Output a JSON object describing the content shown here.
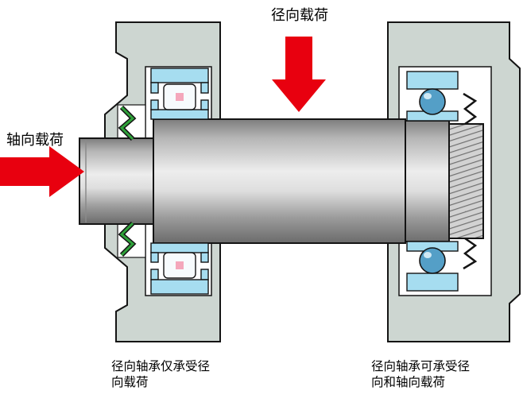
{
  "labels": {
    "radial_load": "径向载荷",
    "axial_load": "轴向载荷"
  },
  "captions": {
    "left_bearing": {
      "line1": "径向轴承仅承受径",
      "line2": "向载荷"
    },
    "right_bearing": {
      "line1": "径向轴承可承受径",
      "line2": "向和轴向载荷"
    }
  },
  "parts": {
    "left_bearing": "cylindrical-roller-bearing",
    "right_bearing": "deep-groove-ball-bearing",
    "shaft": "stepped-shaft-with-threaded-end",
    "seal": "green-lip-seal",
    "arrows": "load-direction-arrows"
  },
  "colors": {
    "arrow_red": "#e8000f",
    "housing_gray_green": "#cdd6d1",
    "bearing_ring_blue": "#a6ddf0",
    "ball_blue": "#549fc7",
    "seal_green": "#2fa23a",
    "outline": "#141414",
    "background": "#ffffff"
  }
}
